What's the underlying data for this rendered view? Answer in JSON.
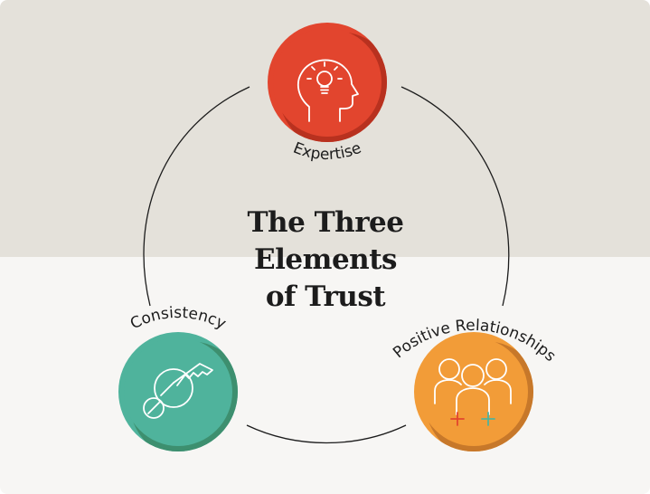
{
  "title_lines": [
    "The Three",
    "Elements",
    "of Trust"
  ],
  "elements": {
    "expertise": {
      "label": "Expertise",
      "color": "#e2452e",
      "icon": "head-lightbulb-icon"
    },
    "consistency": {
      "label": "Consistency",
      "color": "#4fb39c",
      "icon": "key-icon"
    },
    "relationships": {
      "label": "Positive Relationships",
      "color": "#f29c38",
      "icon": "people-group-icon"
    }
  },
  "colors": {
    "top_background": "#e4e1da",
    "bottom_background": "#f7f6f4",
    "ring": "#1c1c1c",
    "plus_red": "#e2452e",
    "plus_green": "#4fb39c"
  }
}
